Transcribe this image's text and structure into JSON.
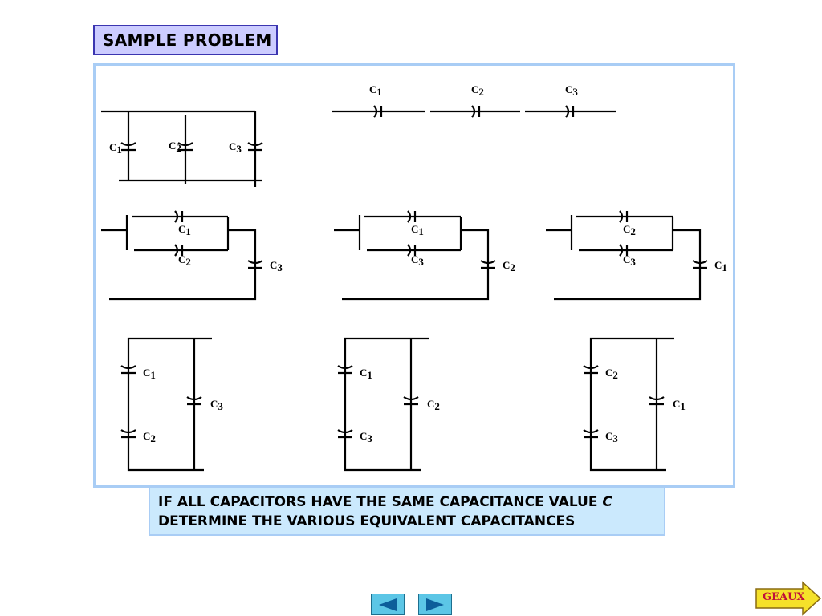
{
  "title": "SAMPLE PROBLEM",
  "caption": {
    "line1_prefix": "IF ALL CAPACITORS HAVE THE SAME CAPACITANCE VALUE ",
    "line1_var": "C",
    "line2": "DETERMINE THE VARIOUS EQUIVALENT CAPACITANCES"
  },
  "capacitor_letter": "C",
  "capacitor_indices": [
    "1",
    "2",
    "3"
  ],
  "nav": {
    "prev_icon": "triangle-left-icon",
    "next_icon": "triangle-right-icon"
  },
  "geaux_label": "GEAUX",
  "colors": {
    "title_bg": "#ccccff",
    "title_border": "#3b35b0",
    "frame_border": "#a9cdf5",
    "caption_bg": "#cbe9fd",
    "nav_bg": "#5cc6e6",
    "geaux_bg": "#f5e12a",
    "geaux_text": "#c0103a"
  }
}
